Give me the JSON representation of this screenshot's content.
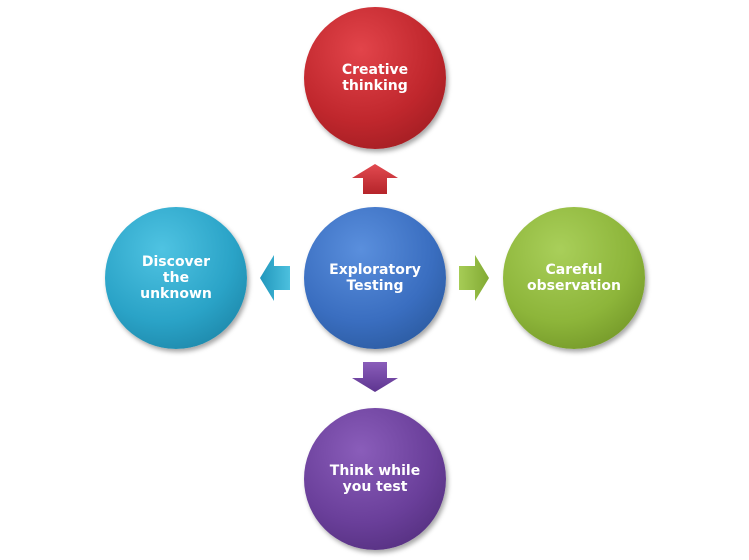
{
  "diagram": {
    "center": {
      "label": "Exploratory\nTesting",
      "color": "#3A6EC0"
    },
    "top": {
      "label": "Creative\nthinking",
      "color": "#C0272D"
    },
    "right": {
      "label": "Careful\nobservation",
      "color": "#8DB53A"
    },
    "bottom": {
      "label": "Think while\nyou test",
      "color": "#6A3F9A"
    },
    "left": {
      "label": "Discover\nthe\nunknown",
      "color": "#2AA3C7"
    }
  }
}
